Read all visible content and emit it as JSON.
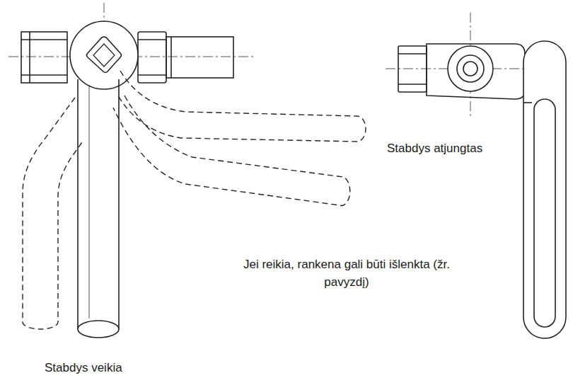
{
  "diagram": {
    "labels": [
      "Stabdys atjungtas",
      "Jei reikia, rankena gali būti išlenkta (žr. pavyzdį)",
      "Stabdys veikia"
    ]
  }
}
